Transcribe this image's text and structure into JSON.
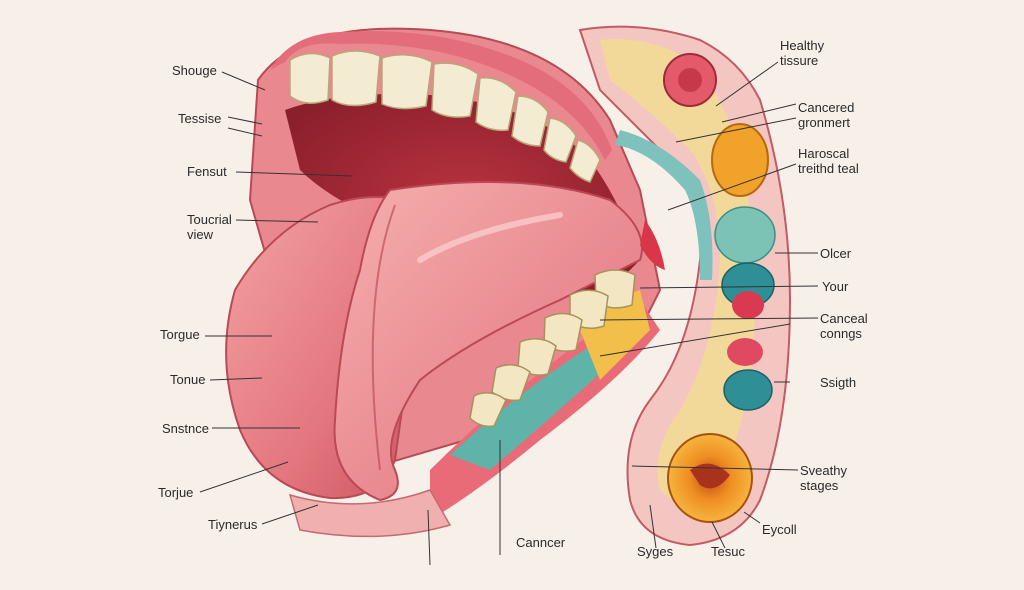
{
  "labels_left": [
    {
      "id": "shouge",
      "text": "Shouge"
    },
    {
      "id": "tessise",
      "text": "Tessise"
    },
    {
      "id": "fensut",
      "text": "Fensut"
    },
    {
      "id": "toucrial",
      "text": "Toucrial",
      "text2": "view"
    },
    {
      "id": "torgue",
      "text": "Torgue"
    },
    {
      "id": "tonue",
      "text": "Tonue"
    },
    {
      "id": "snstnce",
      "text": "Snstnce"
    },
    {
      "id": "torjue",
      "text": "Torjue"
    },
    {
      "id": "tiynerus",
      "text": "Tiynerus"
    }
  ],
  "labels_bottom": [
    {
      "id": "cancner",
      "text": "Canncer"
    },
    {
      "id": "syges",
      "text": "Syges"
    },
    {
      "id": "tesuc",
      "text": "Tesuc"
    }
  ],
  "labels_right": [
    {
      "id": "healthy",
      "text": "Healthy",
      "text2": "tissure"
    },
    {
      "id": "cancered",
      "text": "Cancered",
      "text2": "gronmert"
    },
    {
      "id": "haroscal",
      "text": "Haroscal",
      "text2": "treithd teal"
    },
    {
      "id": "olcer",
      "text": "Olcer"
    },
    {
      "id": "your",
      "text": "Your"
    },
    {
      "id": "canceal",
      "text": "Canceal",
      "text2": "conngs"
    },
    {
      "id": "ssigth",
      "text": "Ssigth"
    },
    {
      "id": "sveathy",
      "text": "Sveathy",
      "text2": "stages"
    },
    {
      "id": "eycoll",
      "text": "Eycoll"
    }
  ],
  "colors": {
    "background": "#f7f0e8",
    "tongue": "#e98a8c",
    "tongue_shadow": "#c9575f",
    "gum": "#e36d7a",
    "teeth": "#f3ead2",
    "tissue_yellow": "#f2d27a",
    "tissue_teal": "#5fb3a8",
    "lesion_orange": "#f0a22a",
    "leader_line": "#333333"
  }
}
